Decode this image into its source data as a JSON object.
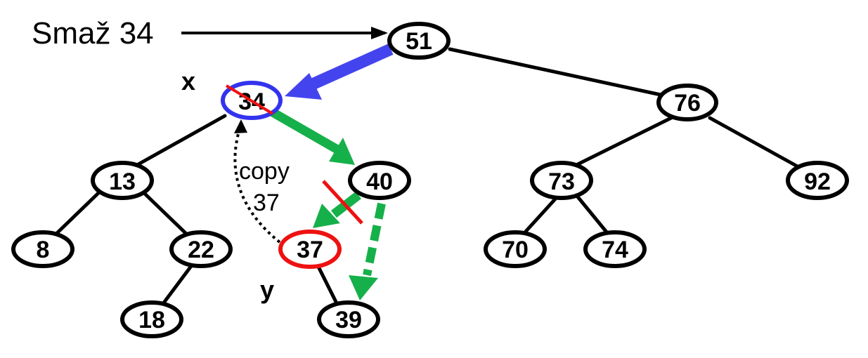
{
  "title": "Smaž 34",
  "colors": {
    "edge": "#000000",
    "blue_arrow": "#4444ee",
    "green_arrow": "#16b04a",
    "red_mark": "#ee1111",
    "x_node_ring": "#3333ee",
    "y_node_ring": "#ee1111"
  },
  "labels": {
    "x": "x",
    "y": "y",
    "copy_line1": "copy",
    "copy_line2": "37"
  },
  "nodes": {
    "n51": "51",
    "n34": "34",
    "n76": "76",
    "n13": "13",
    "n40": "40",
    "n73": "73",
    "n92": "92",
    "n8": "8",
    "n22": "22",
    "n37": "37",
    "n70": "70",
    "n74": "74",
    "n18": "18",
    "n39": "39"
  }
}
